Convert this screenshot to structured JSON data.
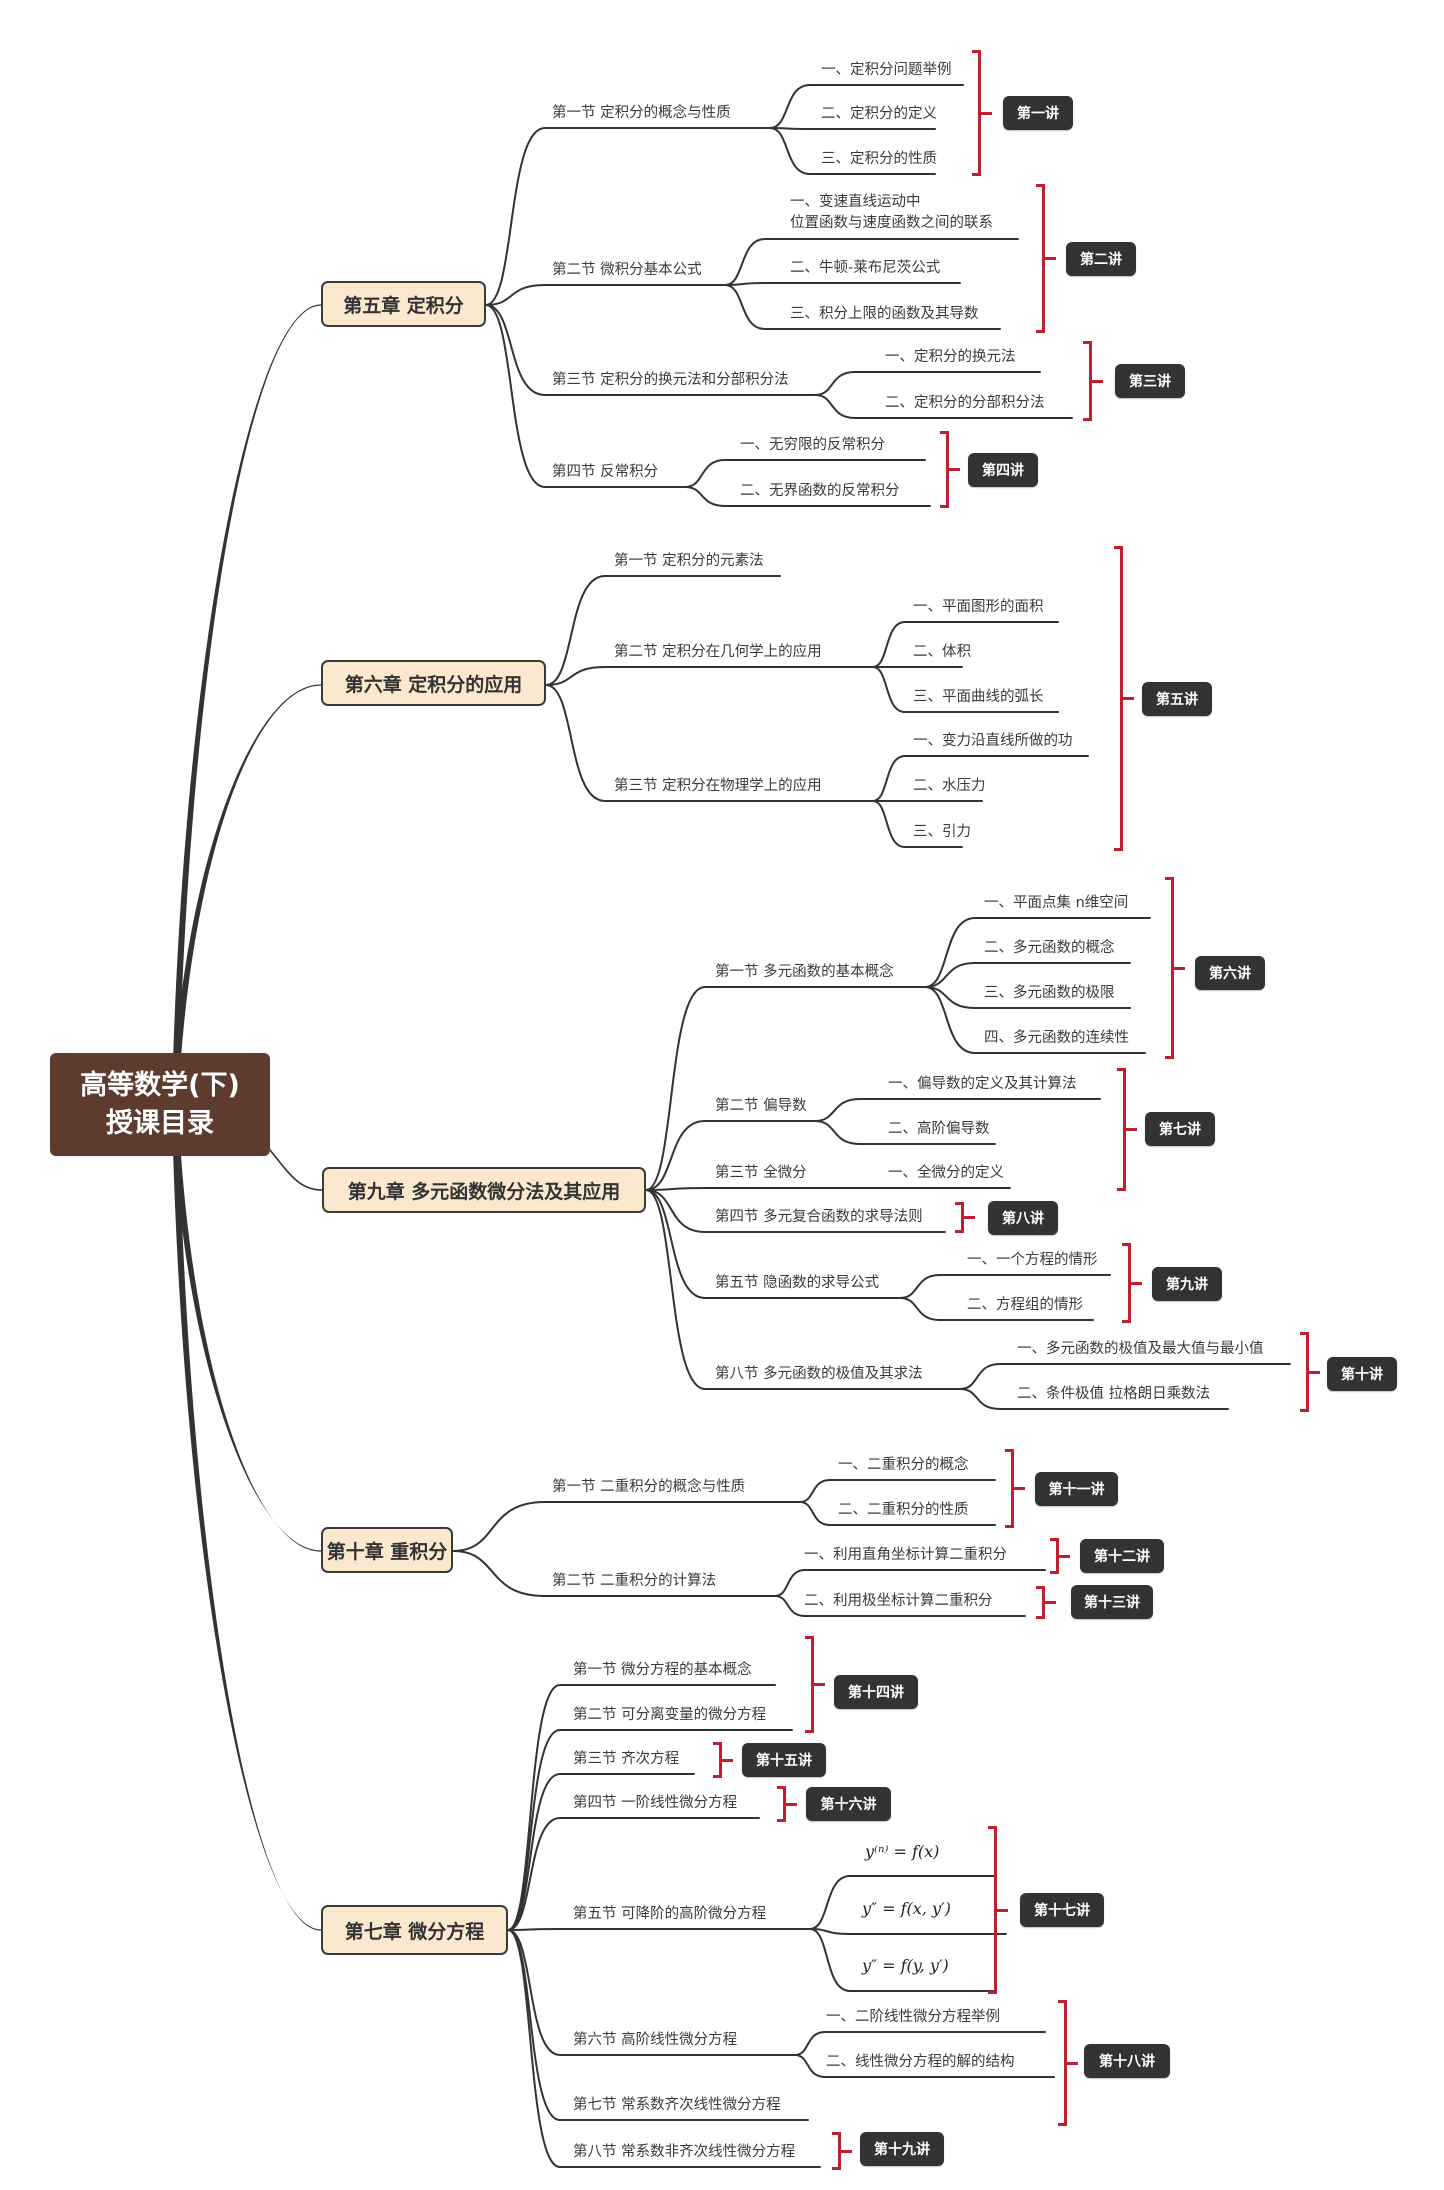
{
  "root": {
    "line1": "高等数学(下)",
    "line2": "授课目录"
  },
  "colors": {
    "root": "#5e3b2f",
    "chapter_fill": "#fbe9cf",
    "bracket": "#c01f2f",
    "tag": "#333333",
    "line": "#333333"
  },
  "chapters": [
    {
      "title": "第五章 定积分",
      "sections": [
        {
          "title": "第一节 定积分的概念与性质",
          "items": [
            "一、定积分问题举例",
            "二、定积分的定义",
            "三、定积分的性质"
          ]
        },
        {
          "title": "第二节 微积分基本公式",
          "items": [
            "一、变速直线运动中",
            "位置函数与速度函数之间的联系",
            "二、牛顿-莱布尼茨公式",
            "三、积分上限的函数及其导数"
          ]
        },
        {
          "title": "第三节 定积分的换元法和分部积分法",
          "items": [
            "一、定积分的换元法",
            "二、定积分的分部积分法"
          ]
        },
        {
          "title": "第四节 反常积分",
          "items": [
            "一、无穷限的反常积分",
            "二、无界函数的反常积分"
          ]
        }
      ],
      "lectures": [
        "第一讲",
        "第二讲",
        "第三讲",
        "第四讲"
      ]
    },
    {
      "title": "第六章 定积分的应用",
      "sections": [
        {
          "title": "第一节 定积分的元素法",
          "items": []
        },
        {
          "title": "第二节 定积分在几何学上的应用",
          "items": [
            "一、平面图形的面积",
            "二、体积",
            "三、平面曲线的弧长"
          ]
        },
        {
          "title": "第三节 定积分在物理学上的应用",
          "items": [
            "一、变力沿直线所做的功",
            "二、水压力",
            "三、引力"
          ]
        }
      ],
      "lectures": [
        "第五讲"
      ]
    },
    {
      "title": "第九章 多元函数微分法及其应用",
      "sections": [
        {
          "title": "第一节 多元函数的基本概念",
          "items": [
            "一、平面点集  n维空间",
            "二、多元函数的概念",
            "三、多元函数的极限",
            "四、多元函数的连续性"
          ]
        },
        {
          "title": "第二节 偏导数",
          "items": [
            "一、偏导数的定义及其计算法",
            "二、高阶偏导数"
          ]
        },
        {
          "title": "第三节 全微分",
          "items": [
            "一、全微分的定义"
          ]
        },
        {
          "title": "第四节 多元复合函数的求导法则",
          "items": []
        },
        {
          "title": "第五节 隐函数的求导公式",
          "items": [
            "一、一个方程的情形",
            "二、方程组的情形"
          ]
        },
        {
          "title": "第八节 多元函数的极值及其求法",
          "items": [
            "一、多元函数的极值及最大值与最小值",
            "二、条件极值 拉格朗日乘数法"
          ]
        }
      ],
      "lectures": [
        "第六讲",
        "第七讲",
        "第八讲",
        "第九讲",
        "第十讲"
      ]
    },
    {
      "title": "第十章 重积分",
      "sections": [
        {
          "title": "第一节 二重积分的概念与性质",
          "items": [
            "一、二重积分的概念",
            "二、二重积分的性质"
          ]
        },
        {
          "title": "第二节 二重积分的计算法",
          "items": [
            "一、利用直角坐标计算二重积分",
            "二、利用极坐标计算二重积分"
          ]
        }
      ],
      "lectures": [
        "第十一讲",
        "第十二讲",
        "第十三讲"
      ]
    },
    {
      "title": "第七章 微分方程",
      "sections": [
        {
          "title": "第一节 微分方程的基本概念",
          "items": []
        },
        {
          "title": "第二节 可分离变量的微分方程",
          "items": []
        },
        {
          "title": "第三节 齐次方程",
          "items": []
        },
        {
          "title": "第四节 一阶线性微分方程",
          "items": []
        },
        {
          "title": "第五节 可降阶的高阶微分方程",
          "items": [
            "y⁽ⁿ⁾ = f(x)",
            "y″ = f(x, y′)",
            "y″ = f(y, y′)"
          ]
        },
        {
          "title": "第六节 高阶线性微分方程",
          "items": [
            "一、二阶线性微分方程举例",
            "二、线性微分方程的解的结构"
          ]
        },
        {
          "title": "第七节 常系数齐次线性微分方程",
          "items": []
        },
        {
          "title": "第八节 常系数非齐次线性微分方程",
          "items": []
        }
      ],
      "lectures": [
        "第十四讲",
        "第十五讲",
        "第十六讲",
        "第十七讲",
        "第十八讲",
        "第十九讲"
      ]
    }
  ]
}
